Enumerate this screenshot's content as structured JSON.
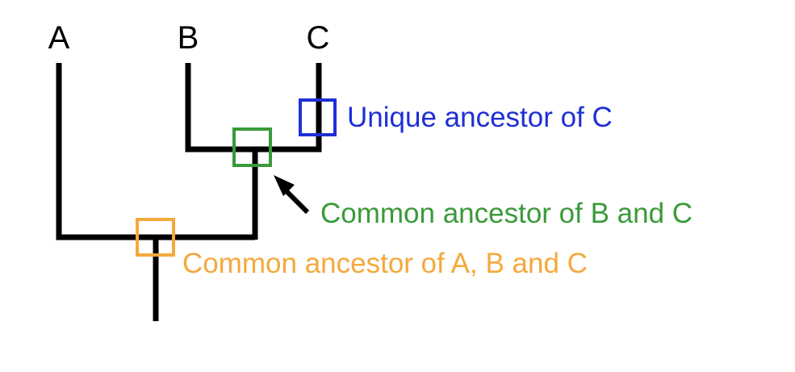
{
  "taxa": [
    "A",
    "B",
    "C"
  ],
  "annotations": {
    "unique_c": {
      "text": "Unique ancestor of C",
      "color": "#1f2fd6"
    },
    "common_bc": {
      "text": "Common ancestor of B and C",
      "color": "#3a9a3a"
    },
    "common_abc": {
      "text": "Common ancestor of A, B and C",
      "color": "#f5a83c"
    }
  },
  "colors": {
    "branch": "#000000",
    "arrow": "#000000"
  }
}
